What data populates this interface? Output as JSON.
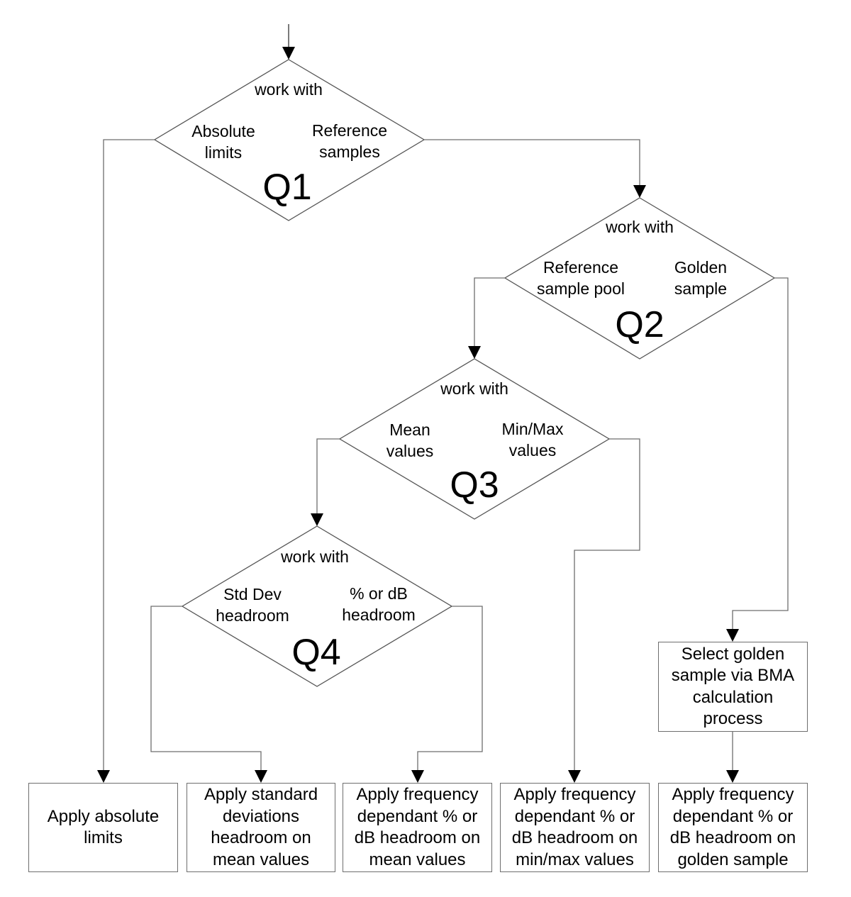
{
  "diagram": {
    "type": "flowchart",
    "decisions": [
      {
        "id": "Q1",
        "label": "Q1",
        "prompt": "work with",
        "left_option": "Absolute\nlimits",
        "right_option": "Reference\nsamples"
      },
      {
        "id": "Q2",
        "label": "Q2",
        "prompt": "work with",
        "left_option": "Reference\nsample pool",
        "right_option": "Golden\nsample"
      },
      {
        "id": "Q3",
        "label": "Q3",
        "prompt": "work with",
        "left_option": "Mean\nvalues",
        "right_option": "Min/Max\nvalues"
      },
      {
        "id": "Q4",
        "label": "Q4",
        "prompt": "work with",
        "left_option": "Std Dev\nheadroom",
        "right_option": "% or dB\nheadroom"
      }
    ],
    "process": {
      "select_golden": "Select golden\nsample via BMA\ncalculation\nprocess"
    },
    "outcomes": [
      {
        "id": "absolute",
        "text": "Apply absolute\nlimits"
      },
      {
        "id": "stddev_mean",
        "text": "Apply standard\ndeviations\nheadroom on\nmean values"
      },
      {
        "id": "freq_mean",
        "text": "Apply frequency\ndependant % or\ndB headroom on\nmean values"
      },
      {
        "id": "freq_minmax",
        "text": "Apply frequency\ndependant % or\ndB headroom on\nmin/max values"
      },
      {
        "id": "freq_golden",
        "text": "Apply frequency\ndependant % or\ndB headroom on\ngolden sample"
      }
    ],
    "edges": [
      {
        "from": "start",
        "to": "Q1"
      },
      {
        "from": "Q1",
        "branch": "Absolute limits",
        "to": "absolute"
      },
      {
        "from": "Q1",
        "branch": "Reference samples",
        "to": "Q2"
      },
      {
        "from": "Q2",
        "branch": "Reference sample pool",
        "to": "Q3"
      },
      {
        "from": "Q2",
        "branch": "Golden sample",
        "to": "select_golden"
      },
      {
        "from": "select_golden",
        "to": "freq_golden"
      },
      {
        "from": "Q3",
        "branch": "Mean values",
        "to": "Q4"
      },
      {
        "from": "Q3",
        "branch": "Min/Max values",
        "to": "freq_minmax"
      },
      {
        "from": "Q4",
        "branch": "Std Dev headroom",
        "to": "stddev_mean"
      },
      {
        "from": "Q4",
        "branch": "% or dB headroom",
        "to": "freq_mean"
      }
    ]
  }
}
